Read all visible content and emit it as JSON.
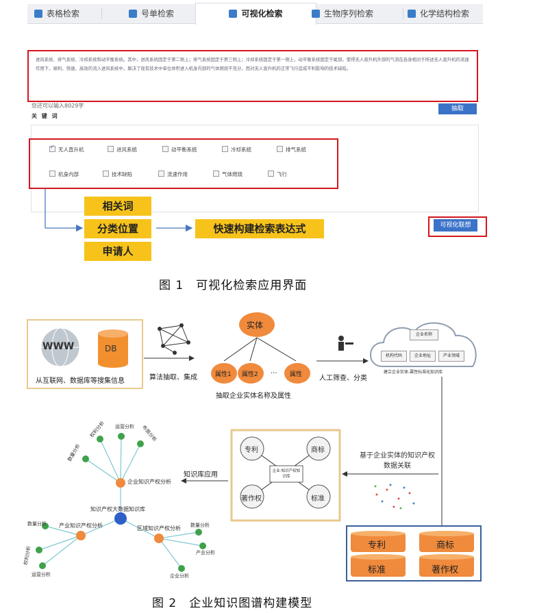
{
  "tabs": [
    {
      "label": "表格检索",
      "active": false
    },
    {
      "label": "号单检索",
      "active": false
    },
    {
      "label": "可视化检索",
      "active": true
    },
    {
      "label": "生物序列检索",
      "active": false
    },
    {
      "label": "化学结构检索",
      "active": false
    }
  ],
  "textarea": {
    "value": "进风系统、排气系统、冷却系统和动平衡系统。其中，进风系统固定于第二侧上；排气系统固定于第三侧上；冷却系统固定于第一侧上，动平衡系统固定于尾部。使得无人直升机外部的气流在自身相对于所述无人直升机的流速作用下，顺利、快速、高效的流入进风系统中，解决了现有技术中单位体积进入机身内部的气体燃烧不充分，而对无人直升机的正常飞行造成不利影响的技术缺陷。"
  },
  "hint": "您还可以输入8029字",
  "keywords_label": "关 键 词",
  "extract_button": "抽取",
  "keywords": [
    {
      "label": "无人直升机",
      "checked": true
    },
    {
      "label": "进风系统",
      "checked": false
    },
    {
      "label": "动平衡系统",
      "checked": false
    },
    {
      "label": "冷却系统",
      "checked": false
    },
    {
      "label": "排气系统",
      "checked": false
    },
    {
      "label": "机身内部",
      "checked": false
    },
    {
      "label": "技术缺陷",
      "checked": false
    },
    {
      "label": "流速作用",
      "checked": false
    },
    {
      "label": "气体燃烧",
      "checked": false
    },
    {
      "label": "飞行",
      "checked": false
    }
  ],
  "visual_button": "可视化联想",
  "yellow_boxes": [
    "相关词",
    "分类位置",
    "申请人"
  ],
  "target_box": "快速构建检索表达式",
  "fig1_caption": "图 1　可视化检索应用界面",
  "fig2": {
    "www": "WWW",
    "db": "DB",
    "source_label": "从互联网、数据库等搜集信息",
    "algo_label": "算法抽取、集成",
    "entity": "实体",
    "attrs": [
      "属性1",
      "属性2",
      "属性"
    ],
    "ellipsis": "···",
    "extract_label": "抽取企业实体名称及属性",
    "manual_label": "人工筛查、分类",
    "cloud_items": [
      "企业名称",
      "机构代码",
      "企业地址",
      "产业领域"
    ],
    "cloud_caption": "建立企业实体-属性标准化知识库",
    "kb_nodes": [
      "专利",
      "商标",
      "著作权",
      "标准"
    ],
    "kb_center": "企业-知识产权知识库",
    "assoc_label": "基于企业实体的知识产权数据关联",
    "app_label": "知识库应用",
    "db_labels": [
      "专利",
      "商标",
      "标准",
      "著作权"
    ],
    "tree_center": "知识产权大数据知识库",
    "tree_branches": [
      "企业知识产权分析",
      "产业知识产权分析",
      "区域知识产权分析"
    ],
    "leaf_labels": [
      "数量分析",
      "权利分析",
      "运营分析",
      "布局分析",
      "数量分析",
      "权利分析",
      "运营分析",
      "数量分析",
      "产业分析",
      "企业分析"
    ]
  },
  "fig2_caption": "图 2　企业知识图谱构建模型",
  "colors": {
    "red_frame": "#d4151c",
    "yellow": "#f7c31b",
    "blue_button": "#3b73c8",
    "orange": "#f08a3c",
    "green": "#3fa24a",
    "blue_node": "#2f5fc8"
  }
}
